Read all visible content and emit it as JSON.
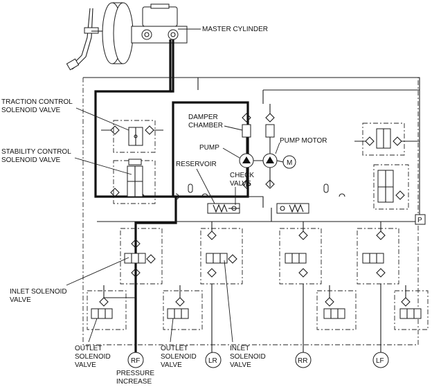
{
  "labels": {
    "master_cylinder": "MASTER CYLINDER",
    "traction_line1": "TRACTION CONTROL",
    "traction_line2": "SOLENOID VALVE",
    "stability_line1": "STABILITY CONTROL",
    "stability_line2": "SOLENOID VALVE",
    "damper_line1": "DAMPER",
    "damper_line2": "CHAMBER",
    "pump": "PUMP",
    "pump_motor": "PUMP MOTOR",
    "reservoir": "RESERVOIR",
    "check_line1": "CHECK",
    "check_line2": "VALVE",
    "inlet_left_line1": "INLET SOLENOID",
    "inlet_left_line2": "VALVE",
    "outlet_line1": "OUTLET",
    "outlet_line2": "SOLENOID",
    "outlet_line3": "VALVE",
    "outlet2_line1": "OUTLET",
    "outlet2_line2": "SOLENOID",
    "outlet2_line3": "VALVE",
    "inlet_bottom_line1": "INLET",
    "inlet_bottom_line2": "SOLENOID",
    "inlet_bottom_line3": "VALVE",
    "pressure_line1": "PRESSURE",
    "pressure_line2": "INCREASE",
    "motor_symbol": "M",
    "pressure_sensor": "P"
  },
  "wheels": {
    "rf": "RF",
    "lr": "LR",
    "rr": "RR",
    "lf": "LF"
  }
}
